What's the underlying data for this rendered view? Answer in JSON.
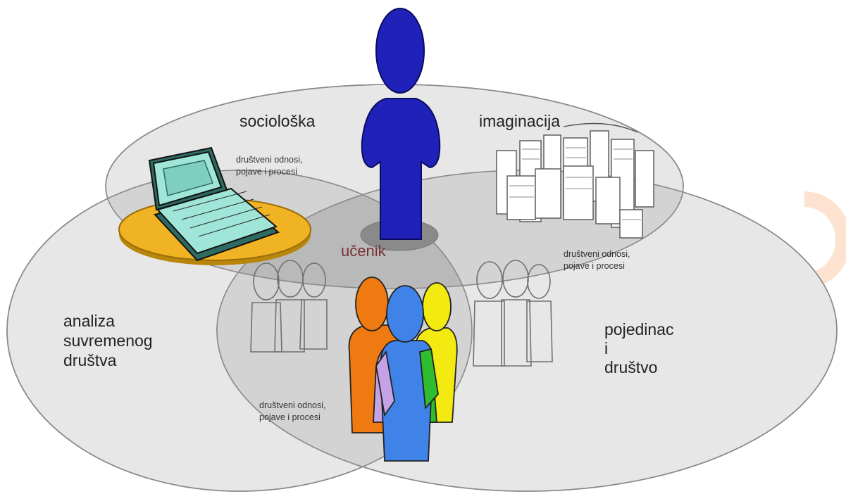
{
  "labels": {
    "top_left": "sociološka",
    "top_right": "imaginacija",
    "left_line1": "analiza",
    "left_line2": "suvremenog",
    "left_line3": "društva",
    "right_line1": "pojedinac",
    "right_line2": "i",
    "right_line3": "društvo",
    "center": "učenik"
  },
  "small_labels": {
    "top_line1": "društveni odnosi,",
    "top_line2": "pojave i procesi",
    "right_line1": "društveni odnosi,",
    "right_line2": "pojave i procesi",
    "bottom_line1": "društveni odnosi,",
    "bottom_line2": "pojave i procesi"
  },
  "colors": {
    "ellipse_fill": "#e6e6e6",
    "overlap_fill": "#c9c9c9",
    "core_fill": "#b0b0b0",
    "person_blue": "#1f21b8",
    "laptop_screen": "#9fe6d8",
    "table_gold": "#e6a81e",
    "orange_person": "#f07a12",
    "blue_person": "#3f83e8",
    "yellow_person": "#f2ea10",
    "green_person": "#2ebd2e",
    "lilac_person": "#c3a3e6",
    "deco_arc": "#fde3cf"
  },
  "icons": [
    "student-figure-icon",
    "laptop-icon",
    "city-buildings-icon",
    "people-group-icon",
    "colored-people-icon"
  ]
}
